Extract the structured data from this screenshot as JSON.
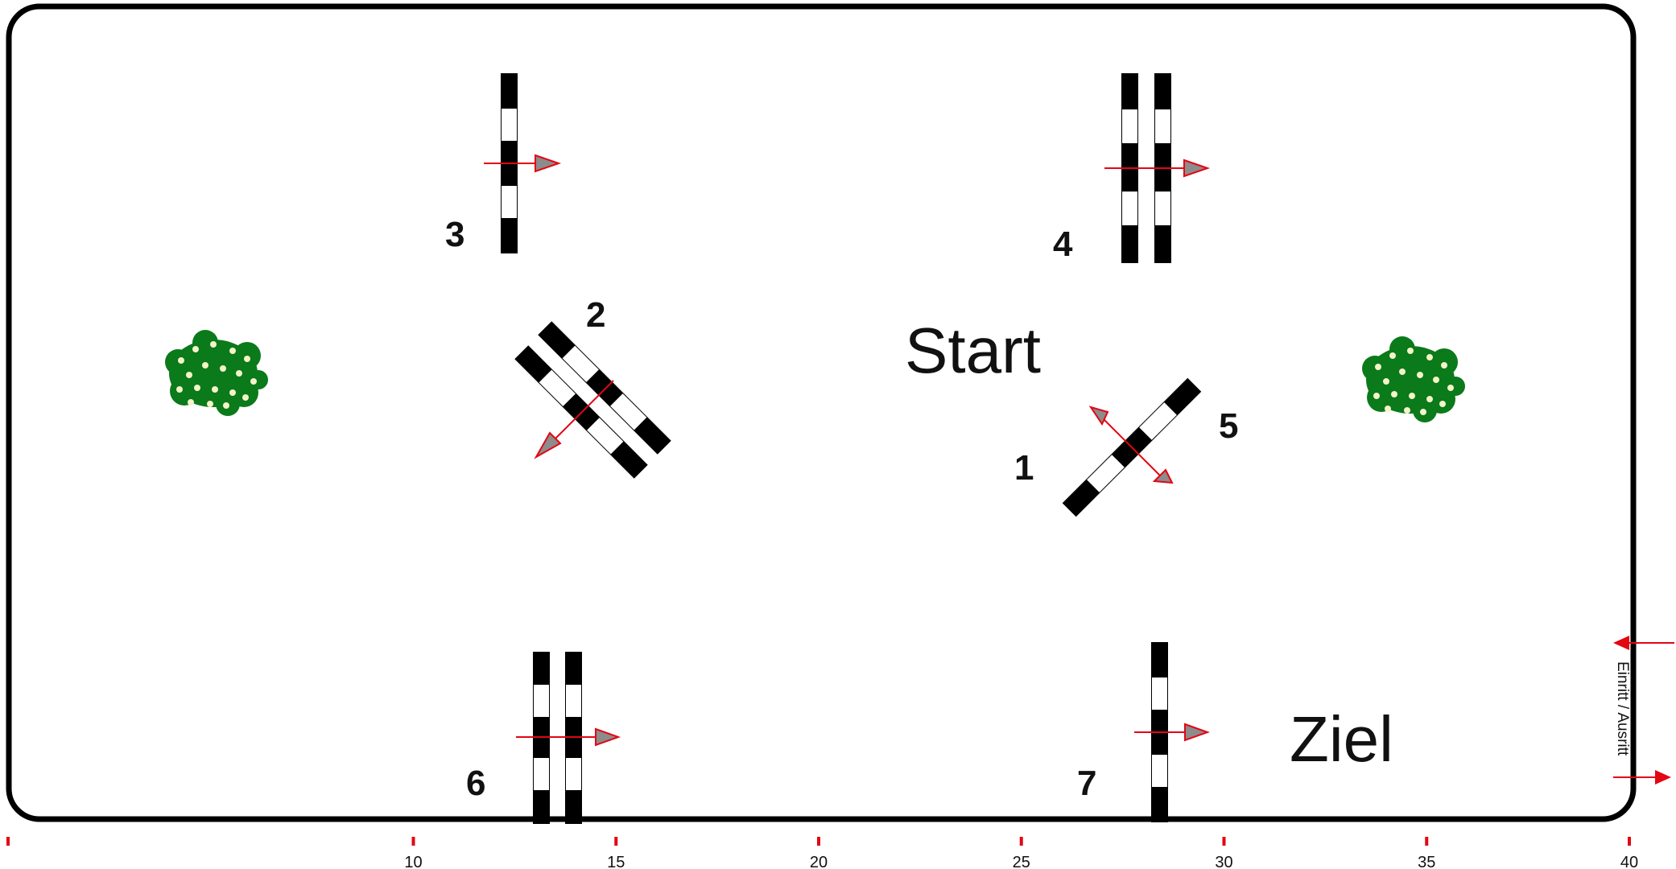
{
  "labels": {
    "start": "Start",
    "finish": "Ziel",
    "gate": "Einritt / Ausritt"
  },
  "fences": [
    {
      "number": "1"
    },
    {
      "number": "2"
    },
    {
      "number": "3"
    },
    {
      "number": "4"
    },
    {
      "number": "5"
    },
    {
      "number": "6"
    },
    {
      "number": "7"
    }
  ],
  "scale": {
    "ticks": [
      {
        "value": 0,
        "label": ""
      },
      {
        "value": 10,
        "label": "10"
      },
      {
        "value": 15,
        "label": "15"
      },
      {
        "value": 20,
        "label": "20"
      },
      {
        "value": 25,
        "label": "25"
      },
      {
        "value": 30,
        "label": "30"
      },
      {
        "value": 35,
        "label": "35"
      },
      {
        "value": 40,
        "label": "40"
      }
    ]
  },
  "colors": {
    "arena_border": "#000000",
    "pole_dark": "#000000",
    "pole_light": "#ffffff",
    "arrow_line": "#e30613",
    "arrow_head": "#8c8c8c",
    "tick": "#e30613",
    "bush_dark": "#0a7a1a",
    "bush_flower": "#f4f4c8"
  },
  "icons": [
    "bush-icon",
    "direction-arrow-icon",
    "gate-arrow-icon"
  ]
}
